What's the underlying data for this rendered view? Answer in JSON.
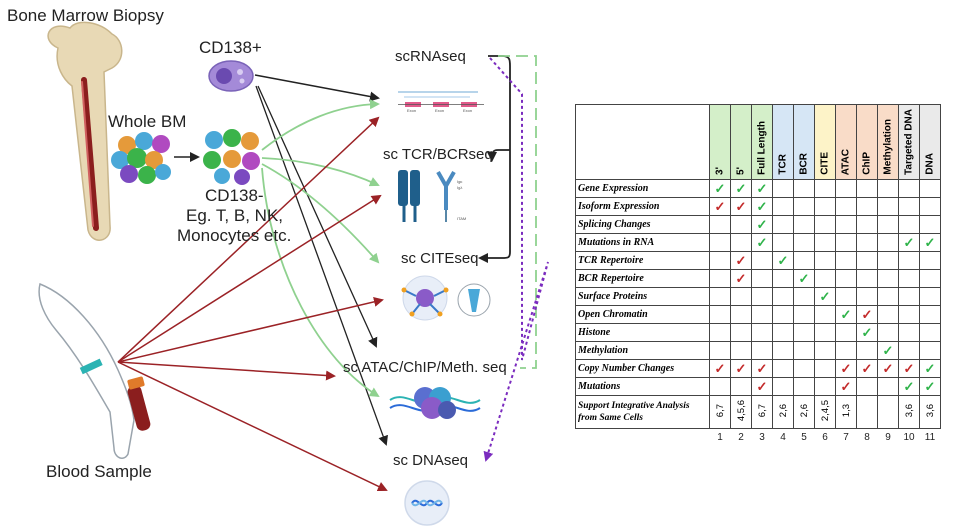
{
  "labels": {
    "bone_marrow": "Bone Marrow Biopsy",
    "whole_bm": "Whole BM",
    "cd138pos": "CD138+",
    "cd138neg_1": "CD138-",
    "cd138neg_2": "Eg. T, B, NK,",
    "cd138neg_3": "Monocytes etc.",
    "blood": "Blood Sample",
    "scrna": "scRNAseq",
    "tcr": "sc TCR/BCRseq",
    "cite": "sc CITEseq",
    "atac": "sc ATAC/ChIP/Meth. seq",
    "dna": "sc DNAseq",
    "mini": {
      "exon1": "Exon",
      "exon2": "Exon",
      "exon3": "Exon",
      "igk": "Igκ",
      "igl": "Igλ",
      "itam": "ITAM"
    }
  },
  "colors": {
    "dark_red": "#9b2226",
    "green": "#8fd18f",
    "black": "#222222",
    "purple": "#7b2cbf",
    "bone": "#e8d9b5",
    "marrow": "#8b1e1e"
  },
  "table": {
    "columns": [
      {
        "label": "3'",
        "bg": "#d4efc9"
      },
      {
        "label": "5'",
        "bg": "#d4efc9"
      },
      {
        "label": "Full Length",
        "bg": "#d4efc9"
      },
      {
        "label": "TCR",
        "bg": "#d6e6f5"
      },
      {
        "label": "BCR",
        "bg": "#d6e6f5"
      },
      {
        "label": "CITE",
        "bg": "#fdf3c8"
      },
      {
        "label": "ATAC",
        "bg": "#f9dcc8"
      },
      {
        "label": "ChIP",
        "bg": "#f9dcc8"
      },
      {
        "label": "Methylation",
        "bg": "#f9dcc8"
      },
      {
        "label": "Targeted DNA",
        "bg": "#eaeaea"
      },
      {
        "label": "DNA",
        "bg": "#eaeaea"
      }
    ],
    "rows": [
      {
        "label": "Gene Expression",
        "cells": [
          "g",
          "g",
          "g",
          "",
          "",
          "",
          "",
          "",
          "",
          "",
          ""
        ]
      },
      {
        "label": "Isoform Expression",
        "cells": [
          "r",
          "r",
          "g",
          "",
          "",
          "",
          "",
          "",
          "",
          "",
          ""
        ]
      },
      {
        "label": "Splicing Changes",
        "cells": [
          "",
          "",
          "g",
          "",
          "",
          "",
          "",
          "",
          "",
          "",
          ""
        ]
      },
      {
        "label": "Mutations in RNA",
        "cells": [
          "",
          "",
          "g",
          "",
          "",
          "",
          "",
          "",
          "",
          "g",
          "g"
        ]
      },
      {
        "label": "TCR Repertoire",
        "cells": [
          "",
          "r",
          "",
          "g",
          "",
          "",
          "",
          "",
          "",
          "",
          ""
        ]
      },
      {
        "label": "BCR Repertoire",
        "cells": [
          "",
          "r",
          "",
          "",
          "g",
          "",
          "",
          "",
          "",
          "",
          ""
        ]
      },
      {
        "label": "Surface Proteins",
        "cells": [
          "",
          "",
          "",
          "",
          "",
          "g",
          "",
          "",
          "",
          "",
          ""
        ]
      },
      {
        "label": "Open Chromatin",
        "cells": [
          "",
          "",
          "",
          "",
          "",
          "",
          "g",
          "r",
          "",
          "",
          ""
        ]
      },
      {
        "label": "Histone",
        "cells": [
          "",
          "",
          "",
          "",
          "",
          "",
          "",
          "g",
          "",
          "",
          ""
        ]
      },
      {
        "label": "Methylation",
        "cells": [
          "",
          "",
          "",
          "",
          "",
          "",
          "",
          "",
          "g",
          "",
          ""
        ]
      },
      {
        "label": "Copy Number Changes",
        "cells": [
          "r",
          "r",
          "r",
          "",
          "",
          "",
          "r",
          "r",
          "r",
          "r",
          "g"
        ]
      },
      {
        "label": "Mutations",
        "cells": [
          "",
          "",
          "r",
          "",
          "",
          "",
          "r",
          "",
          "",
          "g",
          "g"
        ]
      }
    ],
    "last_row": {
      "label": "Support Integrative Analysis from Same Cells",
      "values": [
        "6,7",
        "4,5,6",
        "6,7",
        "2,6",
        "2,6",
        "2,4,5",
        "1,3",
        "",
        "",
        "3,6",
        "3,6"
      ]
    },
    "col_numbers": [
      "1",
      "2",
      "3",
      "4",
      "5",
      "6",
      "7",
      "8",
      "9",
      "10",
      "11"
    ],
    "check_glyph": "✓"
  }
}
